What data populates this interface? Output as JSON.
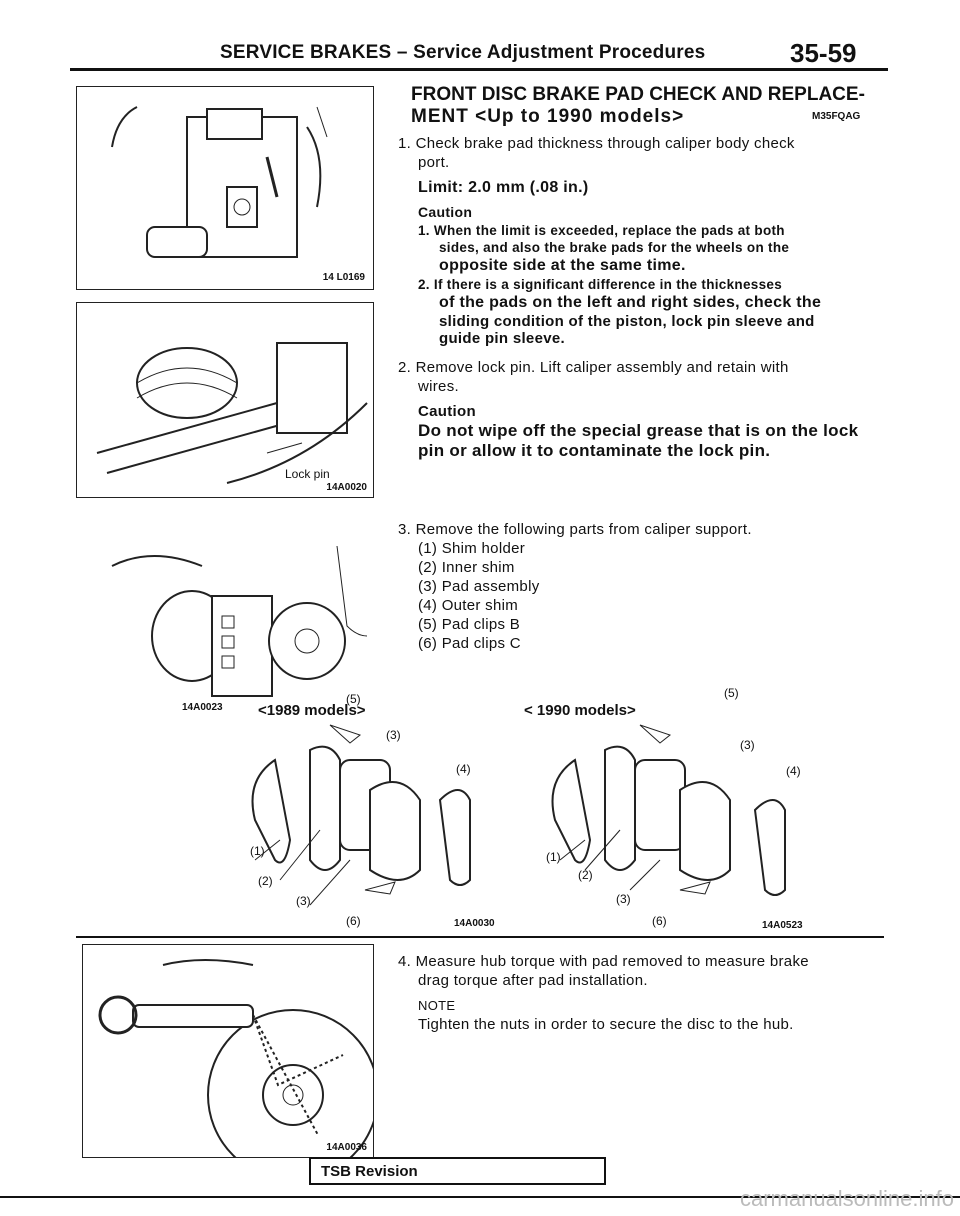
{
  "header": {
    "title": "SERVICE BRAKES – Service Adjustment Procedures",
    "page_number": "35-59"
  },
  "section": {
    "title_line1": "FRONT DISC BRAKE PAD CHECK AND REPLACE-",
    "title_line2": "MENT <Up to 1990 models>",
    "code": "M35FQAG"
  },
  "step1": {
    "text_line1": "1. Check brake pad thickness through caliper body check",
    "text_line2": "port.",
    "limit": "Limit: 2.0 mm (.08 in.)",
    "caution_label": "Caution",
    "caution1_line1": "1. When the limit is exceeded, replace the pads at both",
    "caution1_line2": "sides, and also the brake pads for the wheels on the",
    "caution1_line3": "opposite side at the same time.",
    "caution2_line1": "2. If there is a significant difference in the thicknesses",
    "caution2_line2": "of the pads on the left and right sides, check the",
    "caution2_line3": "sliding condition of the piston, lock pin sleeve and",
    "caution2_line4": "guide pin sleeve."
  },
  "step2": {
    "text_line1": "2. Remove lock pin. Lift caliper assembly and retain with",
    "text_line2": "wires.",
    "caution_label": "Caution",
    "caution_line1": "Do not wipe off the special grease that is on the lock",
    "caution_line2": "pin or allow it to contaminate the lock pin."
  },
  "step3": {
    "text": "3. Remove the following parts from caliper support.",
    "items": [
      "(1) Shim holder",
      "(2) Inner shim",
      "(3) Pad assembly",
      "(4) Outer shim",
      "(5) Pad clips B",
      "(6) Pad clips C"
    ]
  },
  "step4": {
    "text_line1": "4. Measure hub torque with pad removed to measure brake",
    "text_line2": "drag torque after pad installation.",
    "note_label": "NOTE",
    "note_text": "Tighten the nuts in order to secure the disc to the hub."
  },
  "figures": {
    "fig1_code": "14 L0169",
    "fig2_code": "14A0020",
    "fig2_label": "Lock pin",
    "fig3_code": "14A0023",
    "fig4_code": "14A0030",
    "fig5_code": "14A0523",
    "fig6_code": "14A0036",
    "left_models": "<1989 models>",
    "right_models": "< 1990 models>",
    "left_callouts": [
      "(5)",
      "(3)",
      "(4)",
      "(1)",
      "(2)",
      "(3)",
      "(6)"
    ],
    "right_callouts": [
      "(5)",
      "(3)",
      "(4)",
      "(1)",
      "(2)",
      "(3)",
      "(6)"
    ]
  },
  "footer": {
    "tsb": "TSB Revision",
    "watermark": "carmanualsonline.info"
  }
}
